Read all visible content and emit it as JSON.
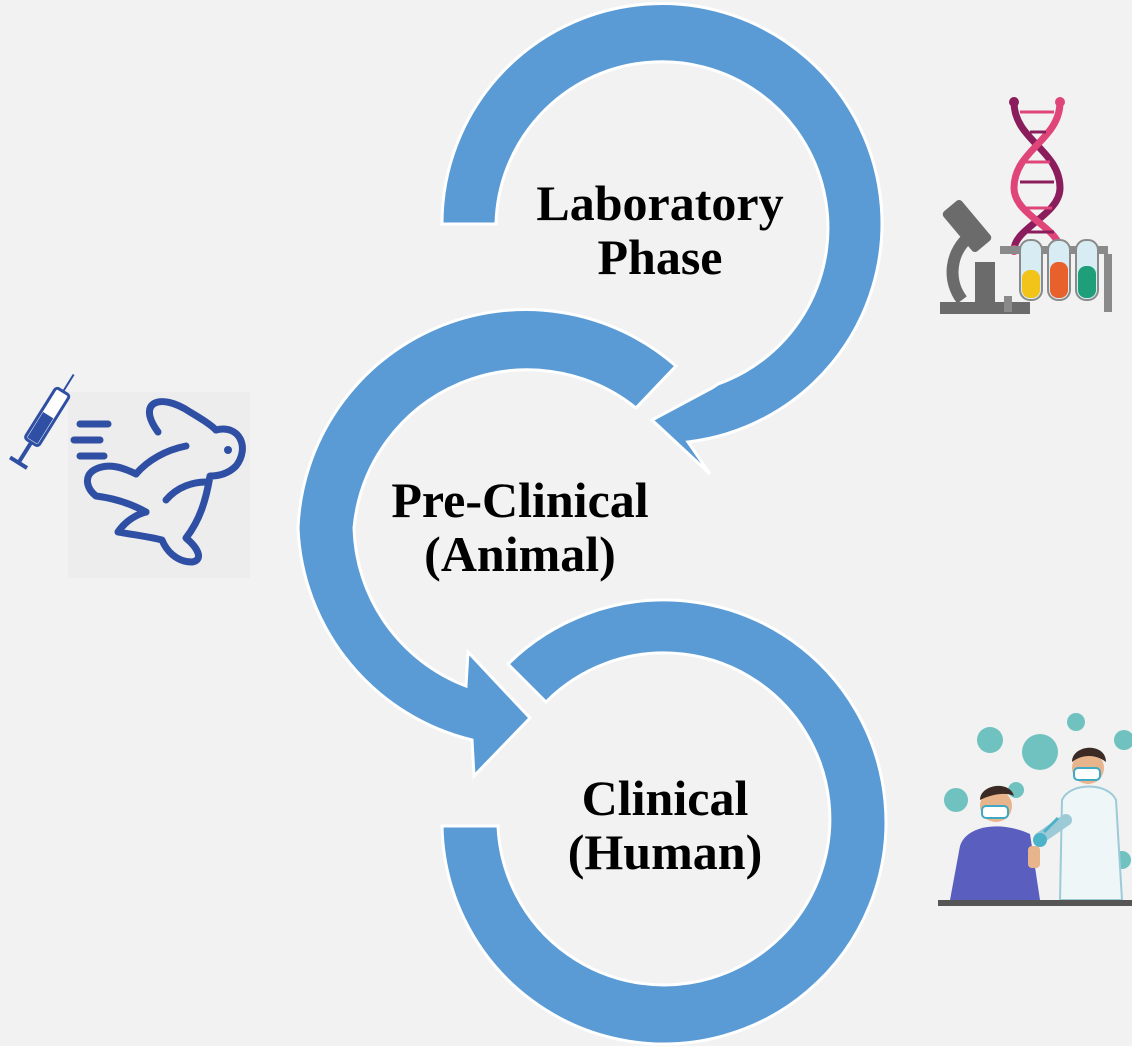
{
  "stages": [
    {
      "id": "laboratory",
      "line1": "Laboratory",
      "line2": "Phase",
      "icon": "dna-microscope-test-tubes-icon"
    },
    {
      "id": "preclinical",
      "line1": "Pre-Clinical",
      "line2": "(Animal)",
      "icon": "rabbit-syringe-icon"
    },
    {
      "id": "clinical",
      "line1": "Clinical",
      "line2": "(Human)",
      "icon": "doctor-vaccinating-patient-icon"
    }
  ],
  "colors": {
    "ring": "#5b9bd5",
    "background": "#f2f2f2",
    "text": "#000000",
    "rabbit": "#2e4fa3",
    "dna_pink": "#e0457a",
    "dna_purple": "#8b1d5c",
    "microscope": "#6b6b6b",
    "tube_yellow": "#f2c318",
    "tube_orange": "#e8602c",
    "tube_green": "#1f9e7a",
    "virus": "#6fc2bf",
    "shirt_patient": "#5a5fbf",
    "coat_doctor": "#eef6f8"
  }
}
